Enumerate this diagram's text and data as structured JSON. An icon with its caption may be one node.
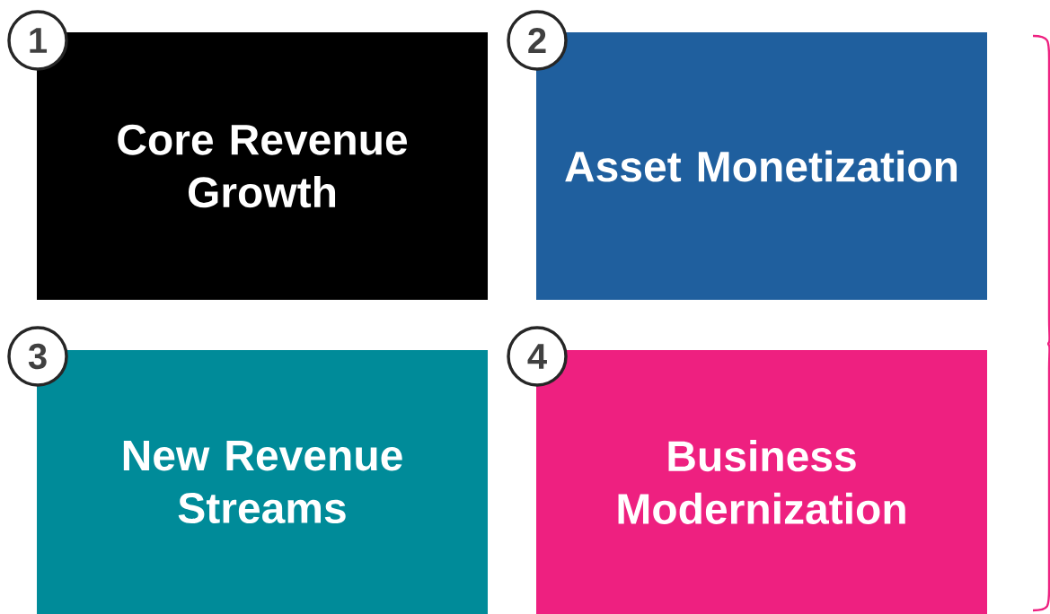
{
  "diagram": {
    "nodes": [
      {
        "text": [
          "1"
        ]
      },
      {
        "text": [
          "Core Revenue Growth"
        ]
      },
      {
        "text": [
          "2"
        ]
      },
      {
        "text": [
          "Asset Monetization"
        ]
      },
      {
        "text": [
          "3"
        ]
      },
      {
        "text": [
          "New Revenue Streams"
        ]
      },
      {
        "text": [
          "4"
        ]
      },
      {
        "text": [
          "Business Modernization"
        ]
      }
    ]
  }
}
